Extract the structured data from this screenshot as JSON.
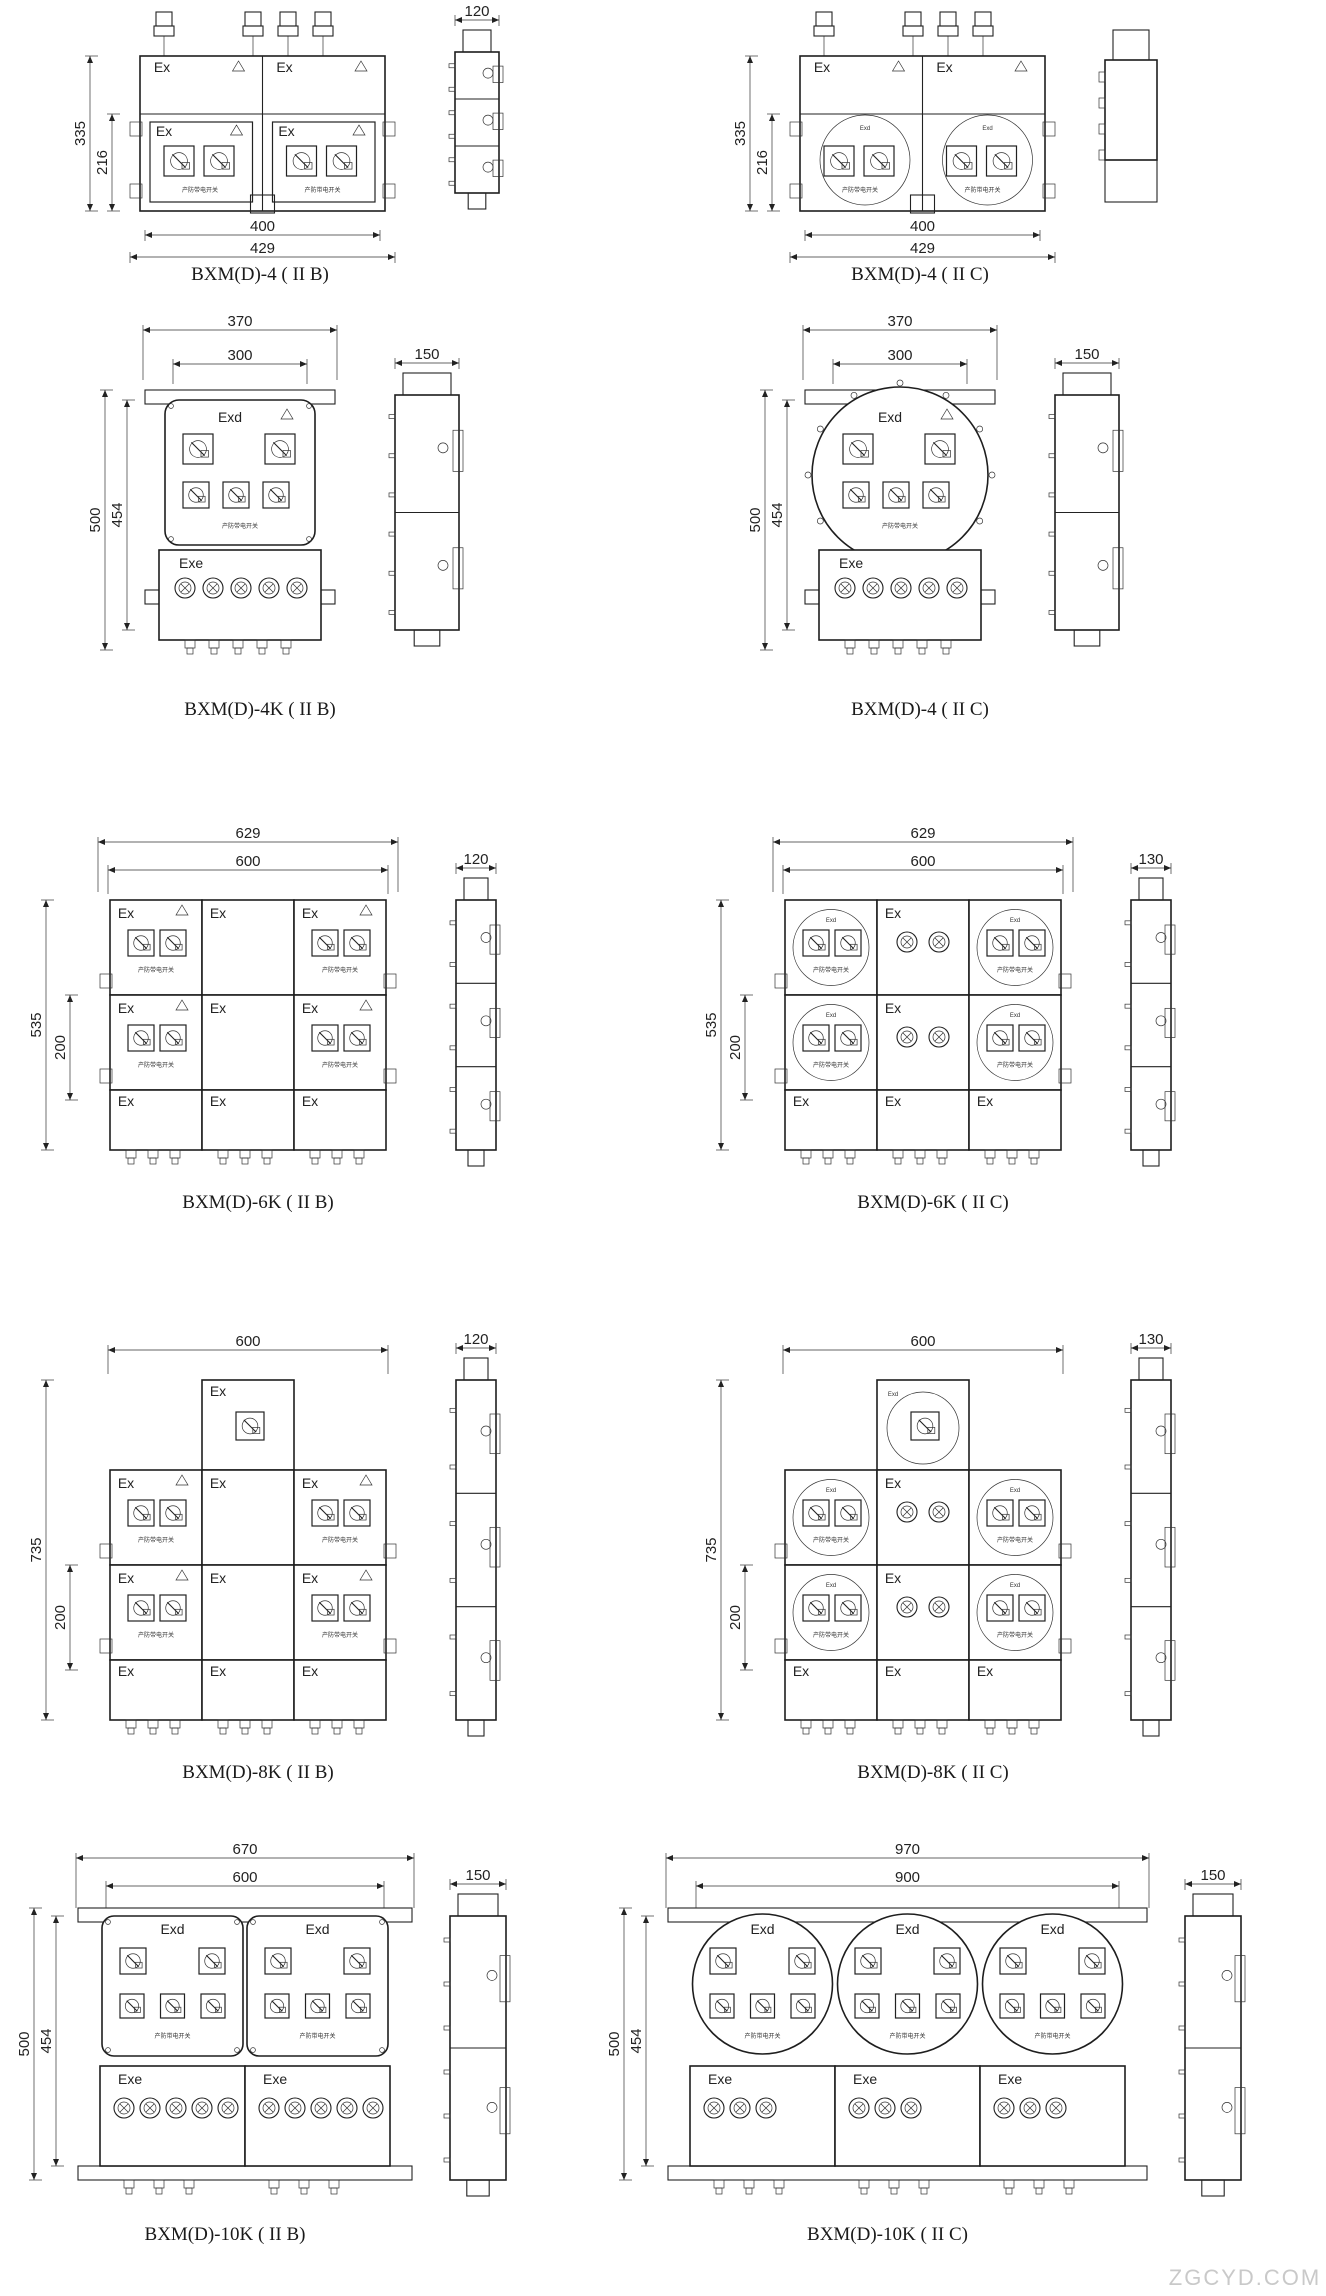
{
  "diagrams": [
    {
      "id": "d1",
      "label": "BXM(D)-4 ( II B)",
      "width": "429",
      "inner_width": "400",
      "height": "335",
      "inner_height": "216",
      "depth": "120",
      "ex_front": [
        "Ex",
        "Ex",
        "Ex",
        "Ex"
      ]
    },
    {
      "id": "d2",
      "label": "BXM(D)-4 ( II C)",
      "width": "429",
      "inner_width": "400",
      "height": "335",
      "inner_height": "216",
      "ex_front": [
        "Ex",
        "Ex",
        "Exd",
        "Exd"
      ]
    },
    {
      "id": "d3",
      "label": "BXM(D)-4K ( II B)",
      "width": "370",
      "inner_width": "300",
      "height": "500",
      "inner_height": "454",
      "depth": "150",
      "ex_front": [
        "Exd",
        "Exe"
      ]
    },
    {
      "id": "d4",
      "label": "BXM(D)-4 ( II C)",
      "width": "370",
      "inner_width": "300",
      "height": "500",
      "inner_height": "454",
      "depth": "150",
      "ex_front": [
        "Exd",
        "Exe"
      ]
    },
    {
      "id": "d5",
      "label": "BXM(D)-6K ( II B)",
      "width": "629",
      "inner_width": "600",
      "height": "535",
      "inner_height": "200",
      "depth": "120",
      "ex_front": [
        "Ex",
        "Ex",
        "Ex",
        "Ex",
        "Ex",
        "Ex",
        "Ex",
        "Ex",
        "Ex"
      ]
    },
    {
      "id": "d6",
      "label": "BXM(D)-6K ( II C)",
      "width": "629",
      "inner_width": "600",
      "height": "535",
      "inner_height": "200",
      "depth": "130",
      "ex_front": [
        "Exd",
        "Ex",
        "Exd",
        "Exd",
        "Ex",
        "Exd",
        "Ex",
        "Ex",
        "Ex"
      ]
    },
    {
      "id": "d7",
      "label": "BXM(D)-8K ( II B)",
      "inner_width": "600",
      "height": "735",
      "inner_height": "200",
      "depth": "120",
      "ex_front": [
        "Ex",
        "Ex",
        "Ex",
        "Ex",
        "Ex",
        "Ex",
        "Ex",
        "Ex",
        "Ex"
      ]
    },
    {
      "id": "d8",
      "label": "BXM(D)-8K ( II C)",
      "inner_width": "600",
      "height": "735",
      "inner_height": "200",
      "depth": "130",
      "ex_front": [
        "Exd",
        "Exd",
        "Ex",
        "Exd",
        "Exd",
        "Ex",
        "Exd",
        "Ex",
        "Ex",
        "Ex"
      ]
    },
    {
      "id": "d9",
      "label": "BXM(D)-10K ( II B)",
      "width": "670",
      "inner_width": "600",
      "height": "500",
      "inner_height": "454",
      "depth": "150",
      "ex_front": [
        "Exd",
        "Exd",
        "Exe",
        "Exe"
      ]
    },
    {
      "id": "d10",
      "label": "BXM(D)-10K ( II C)",
      "width": "970",
      "inner_width": "900",
      "height": "500",
      "inner_height": "454",
      "depth": "150",
      "ex_front": [
        "Exd",
        "Exd",
        "Exd",
        "Exe",
        "Exe",
        "Exe"
      ]
    }
  ],
  "switch_caption": "产防带电开关",
  "watermark": "ZGCYD.COM"
}
